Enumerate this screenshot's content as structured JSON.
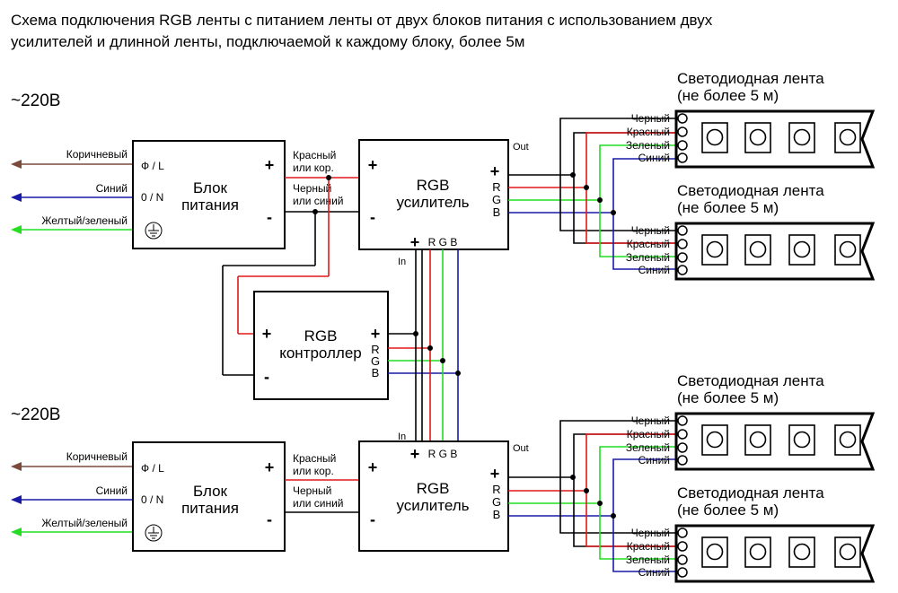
{
  "title": {
    "line1": "Схема подключения RGB ленты с питанием ленты от двух блоков питания с использованием двух",
    "line2": "усилителей и длинной ленты, подключаемой к каждому блоку, более 5м"
  },
  "mains": {
    "voltage": "~220В",
    "wire_brown": "Коричневый",
    "wire_blue": "Синий",
    "wire_ground": "Желтый/зеленый"
  },
  "psu": {
    "label1": "Блок",
    "label2": "питания",
    "phase": "Ф / L",
    "neutral": "0 / N",
    "plus": "+",
    "minus": "-"
  },
  "psu_out": {
    "red1": "Красный",
    "red2": "или кор.",
    "black1": "Черный",
    "black2": "или синий"
  },
  "amplifier": {
    "label1": "RGB",
    "label2": "усилитель",
    "plus": "+",
    "minus": "-",
    "out": "Out",
    "in": "In",
    "r": "R",
    "g": "G",
    "b": "B",
    "top_rgb": "R G B"
  },
  "controller": {
    "label1": "RGB",
    "label2": "контроллер",
    "plus": "+",
    "minus": "-",
    "r": "R",
    "g": "G",
    "b": "B"
  },
  "strip": {
    "title1": "Светодиодная лента",
    "title2": "(не более 5 м)",
    "black": "Черный",
    "red": "Красный",
    "green": "Зеленый",
    "blue": "Синий"
  },
  "colors": {
    "brown": "#7b4a3d",
    "blue": "#1a1aa8",
    "green": "#22dd22",
    "red": "#e01818",
    "black": "#000000"
  }
}
